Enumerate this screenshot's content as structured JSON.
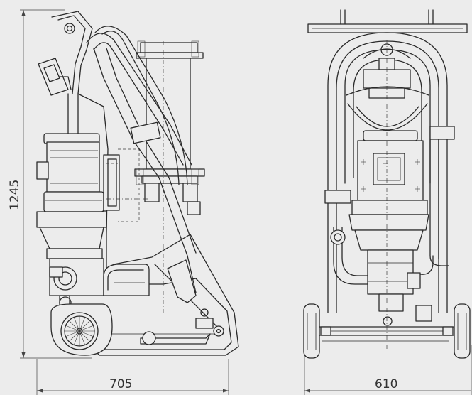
{
  "dimensions": {
    "height_label": "1245",
    "side_width_label": "705",
    "front_width_label": "610"
  }
}
